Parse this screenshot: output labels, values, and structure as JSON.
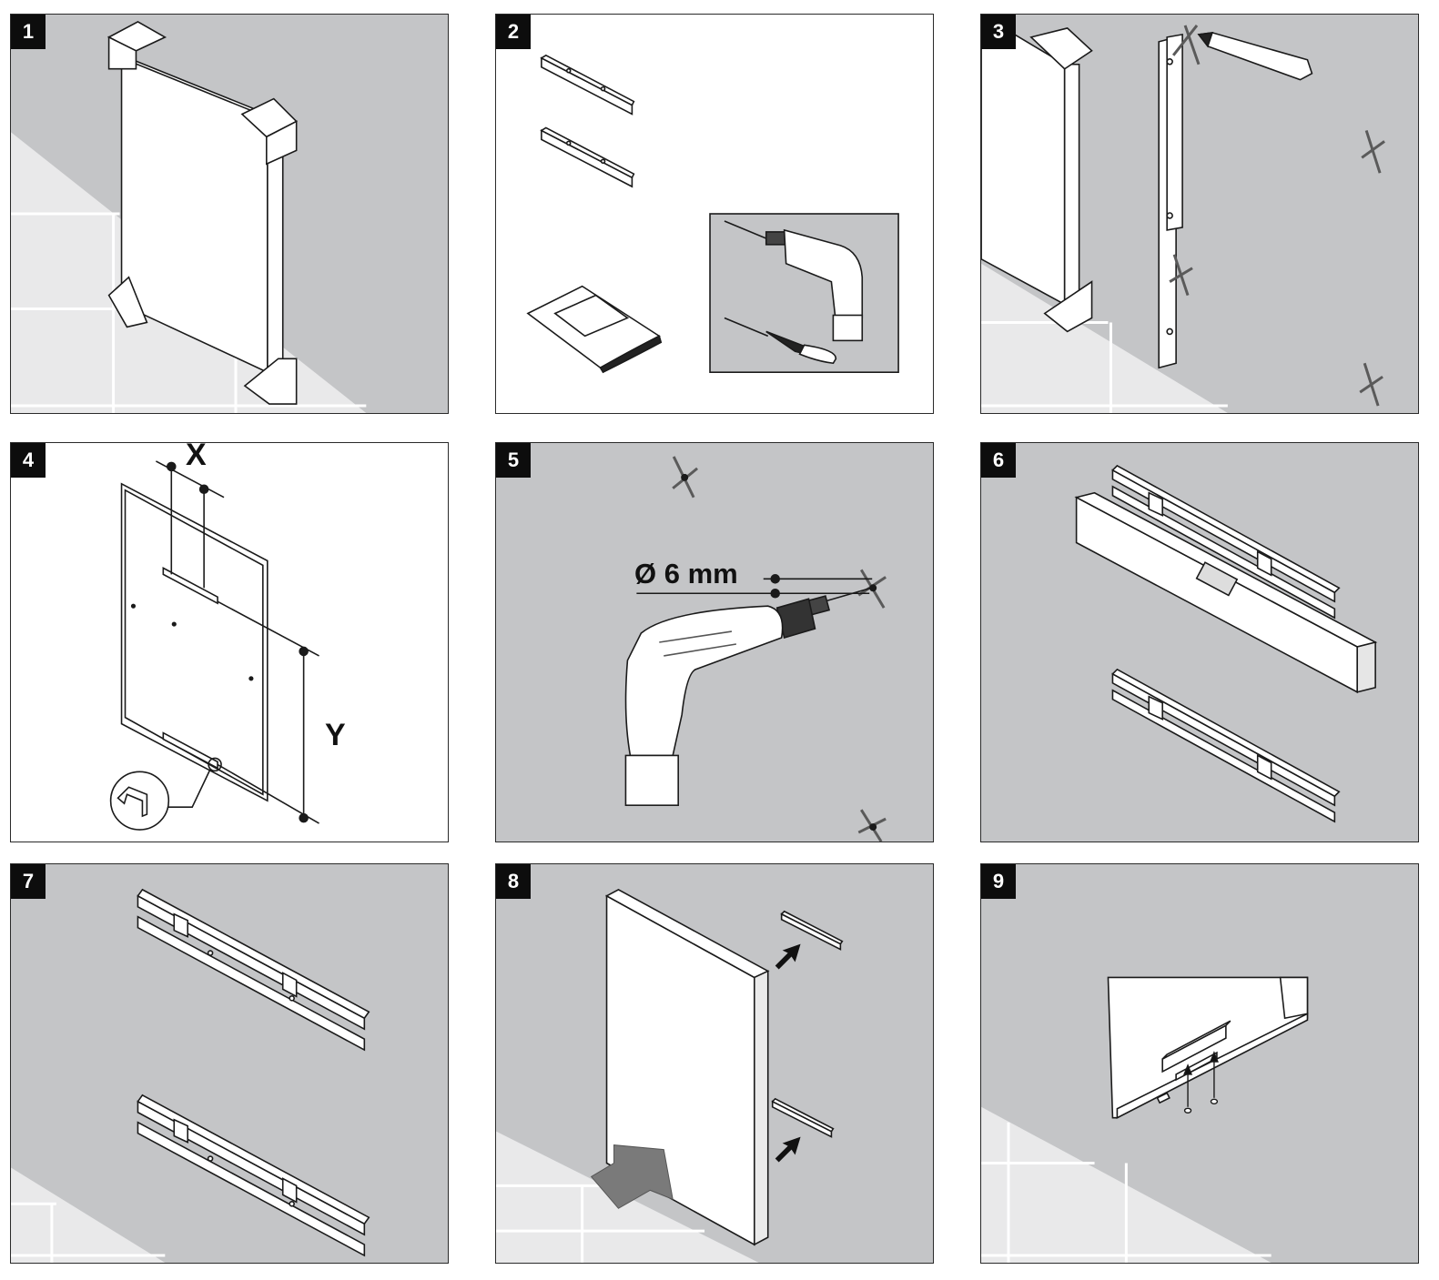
{
  "steps": [
    {
      "number": "1"
    },
    {
      "number": "2"
    },
    {
      "number": "3"
    },
    {
      "number": "4",
      "labels": {
        "x": "X",
        "y": "Y"
      }
    },
    {
      "number": "5",
      "labels": {
        "drill": "Ø 6 mm"
      }
    },
    {
      "number": "6"
    },
    {
      "number": "7"
    },
    {
      "number": "8"
    },
    {
      "number": "9"
    }
  ],
  "colors": {
    "wall": "#c4c5c7",
    "floor": "#e9e9ea",
    "line": "#1a1a1a",
    "arrow": "#7a7a7a"
  }
}
